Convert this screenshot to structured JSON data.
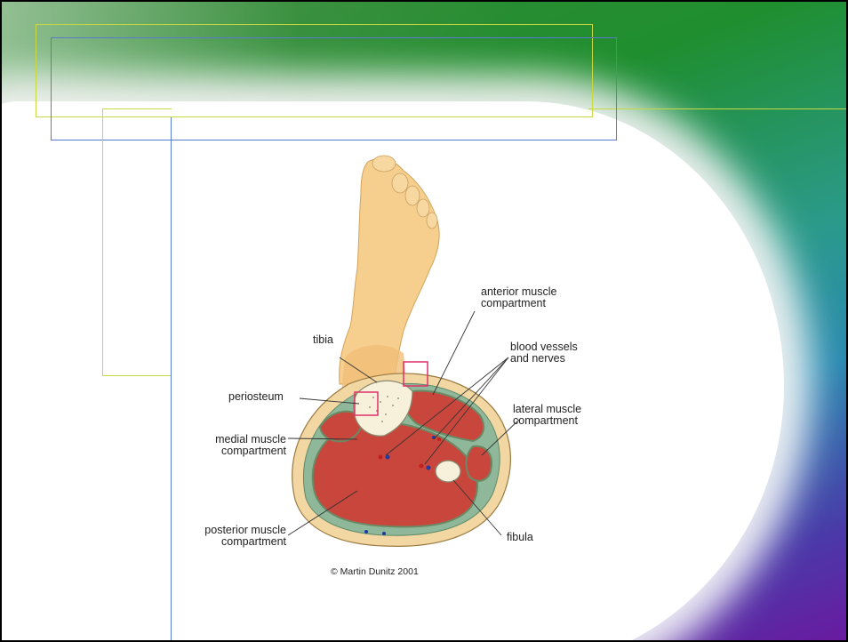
{
  "labels": {
    "anterior": "anterior muscle\ncompartment",
    "tibia": "tibia",
    "blood_vessels": "blood vessels\nand nerves",
    "periosteum": "periosteum",
    "lateral": "lateral muscle\ncompartment",
    "medial": "medial muscle\ncompartment",
    "posterior": "posterior muscle\ncompartment",
    "fibula": "fibula"
  },
  "credit": "© Martin Dunitz 2001",
  "colors": {
    "skin": "#f6cf8e",
    "muscle": "#c9463c",
    "fascia": "#8fb89a",
    "bone": "#f7f0da",
    "highlight_box": "#e0306a",
    "guide_yellow": "#c8d840",
    "guide_blue": "#5a7ad0"
  }
}
